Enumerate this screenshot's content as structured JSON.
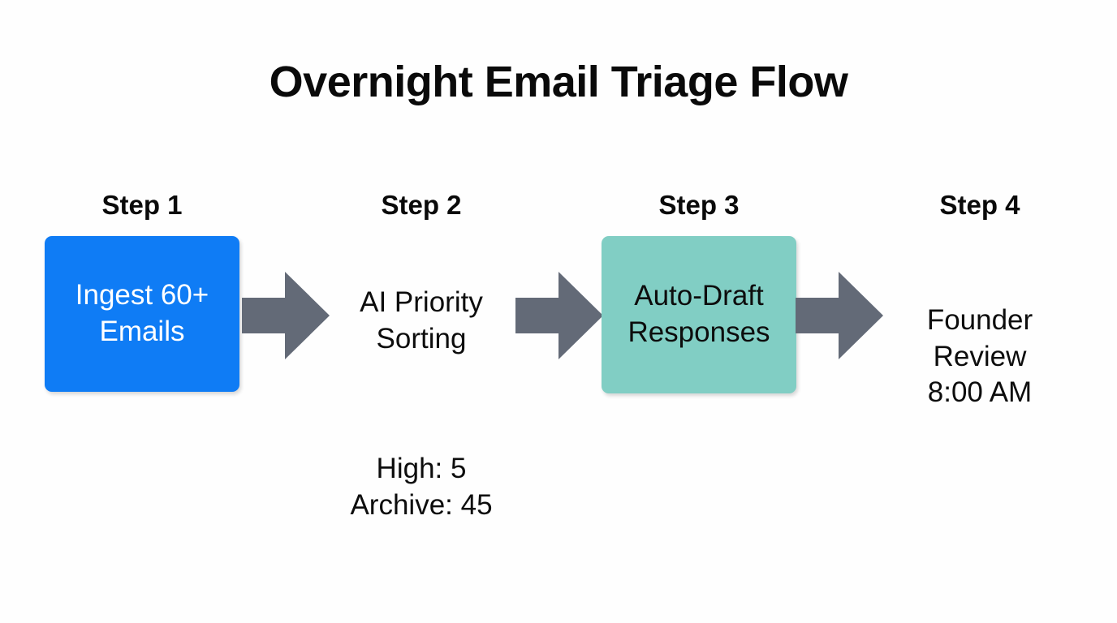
{
  "title": "Overnight Email Triage Flow",
  "background_color": "#fefefe",
  "palette": {
    "blue": "#0f7cf5",
    "teal": "#81cec4",
    "arrow_gray": "#636a77",
    "text_dark": "#0d0d0d",
    "text_light": "#ffffff"
  },
  "steps": [
    {
      "label": "Step 1",
      "style": "box",
      "fill": "#0f7cf5",
      "text_color": "#ffffff",
      "body_lines": [
        "Ingest 60+",
        "Emails"
      ],
      "body": "Ingest 60+\nEmails"
    },
    {
      "label": "Step 2",
      "style": "text",
      "fill": "none",
      "text_color": "#0d0d0d",
      "body_lines": [
        "AI Priority",
        "Sorting"
      ],
      "body": "AI Priority\nSorting",
      "detail_lines": [
        "High: 5",
        "Archive: 45"
      ],
      "detail": "High: 5\nArchive: 45",
      "metrics": {
        "high": 5,
        "archive": 45
      }
    },
    {
      "label": "Step 3",
      "style": "box",
      "fill": "#81cec4",
      "text_color": "#0d0d0d",
      "body_lines": [
        "Auto-Draft",
        "Responses"
      ],
      "body": "Auto-Draft\nResponses"
    },
    {
      "label": "Step 4",
      "style": "text",
      "fill": "none",
      "text_color": "#0d0d0d",
      "body_lines": [
        "Founder",
        "Review",
        "8:00 AM"
      ],
      "body": "Founder\nReview\n8:00 AM",
      "time": "8:00 AM"
    }
  ],
  "connectors": [
    {
      "name": "arrow-1",
      "from": "Step 1",
      "to": "Step 2",
      "direction": "right",
      "color": "#636a77"
    },
    {
      "name": "arrow-2",
      "from": "Step 2",
      "to": "Step 3",
      "direction": "right",
      "color": "#636a77"
    },
    {
      "name": "arrow-3",
      "from": "Step 3",
      "to": "Step 4",
      "direction": "right",
      "color": "#636a77"
    }
  ]
}
